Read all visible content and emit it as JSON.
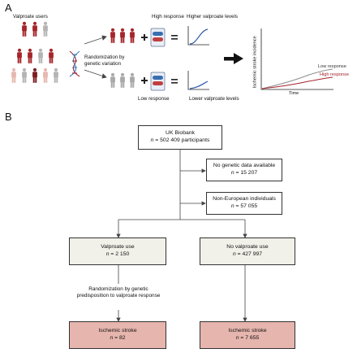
{
  "panelA": {
    "letter": "A",
    "users_label": "Valproate users",
    "randomization_label": [
      "Randomization by",
      "genetic variation"
    ],
    "high_response": "High response",
    "low_response": "Low response",
    "higher_levels": "Higher valproate levels",
    "lower_levels": "Lower valproate levels",
    "yaxis_label": "Ischemic stroke incidence",
    "xaxis_label": "Time",
    "legend_low": "Low response",
    "legend_high": "High response",
    "colors": {
      "high": "#a5252a",
      "low": "#8e8e8e",
      "light": "#e6b7b0",
      "dark_red": "#7c1e22"
    }
  },
  "panelB": {
    "letter": "B",
    "biobank": {
      "title": "UK Biobank",
      "n_prefix": "n",
      "n_text": " = 502 409 participants"
    },
    "excluded1": {
      "title": "No genetic data available",
      "n_prefix": "n",
      "n_text": " = 15 207"
    },
    "excluded2": {
      "title": "Non-European individuals",
      "n_prefix": "n",
      "n_text": " = 57 055"
    },
    "valproate": {
      "title": "Valproate use",
      "n_prefix": "n",
      "n_text": " = 2 150"
    },
    "no_valproate": {
      "title": "No valproate use",
      "n_prefix": "n",
      "n_text": " = 427 997"
    },
    "randomization": [
      "Randomization by genetic",
      "predisposition to valproate response"
    ],
    "stroke1": {
      "title": "Ischemic stroke",
      "n_prefix": "n",
      "n_text": " = 82"
    },
    "stroke2": {
      "title": "Ischemic stroke",
      "n_prefix": "n",
      "n_text": " = 7 655"
    }
  }
}
